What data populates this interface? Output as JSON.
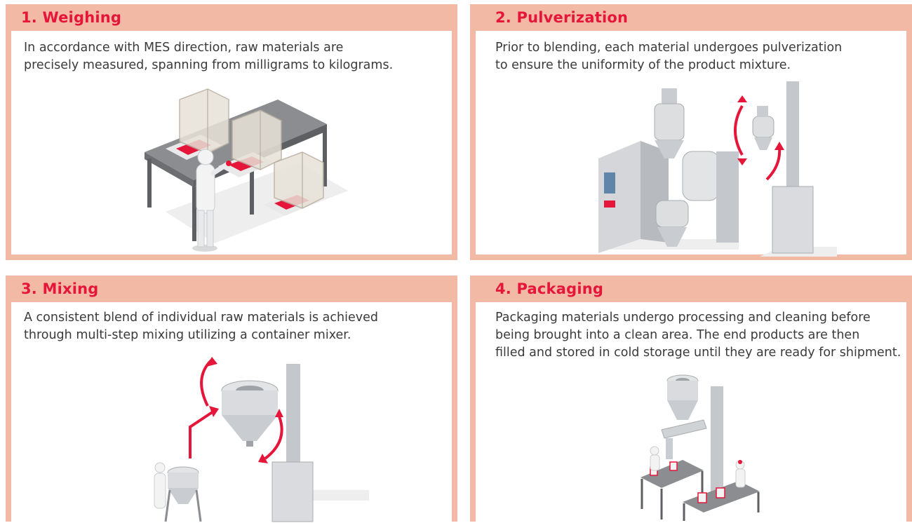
{
  "steps": [
    {
      "title": "1. Weighing",
      "lines": [
        "In accordance with MES direction, raw materials are",
        "precisely measured, spanning from milligrams to kilograms."
      ],
      "illustration_icon": "weighing-station-icon"
    },
    {
      "title": "2. Pulverization",
      "lines": [
        "Prior to blending, each material undergoes pulverization",
        "to ensure the uniformity of the product mixture."
      ],
      "illustration_icon": "pulverizer-machine-icon"
    },
    {
      "title": "3. Mixing",
      "lines": [
        "A consistent blend of individual raw materials is achieved",
        "through multi-step mixing utilizing a container mixer."
      ],
      "illustration_icon": "container-mixer-icon"
    },
    {
      "title": "4. Packaging",
      "lines": [
        "Packaging materials undergo processing and cleaning before",
        "being brought into a clean area. The end products are then",
        "filled and stored in cold storage until they are ready for shipment."
      ],
      "illustration_icon": "packaging-line-icon"
    }
  ],
  "colors": {
    "panel_border": "#f2b9a5",
    "title_red": "#e5163a",
    "body_text": "#3a3a3a",
    "accent_red": "#e5163a",
    "steel": "#c9ccd0"
  }
}
